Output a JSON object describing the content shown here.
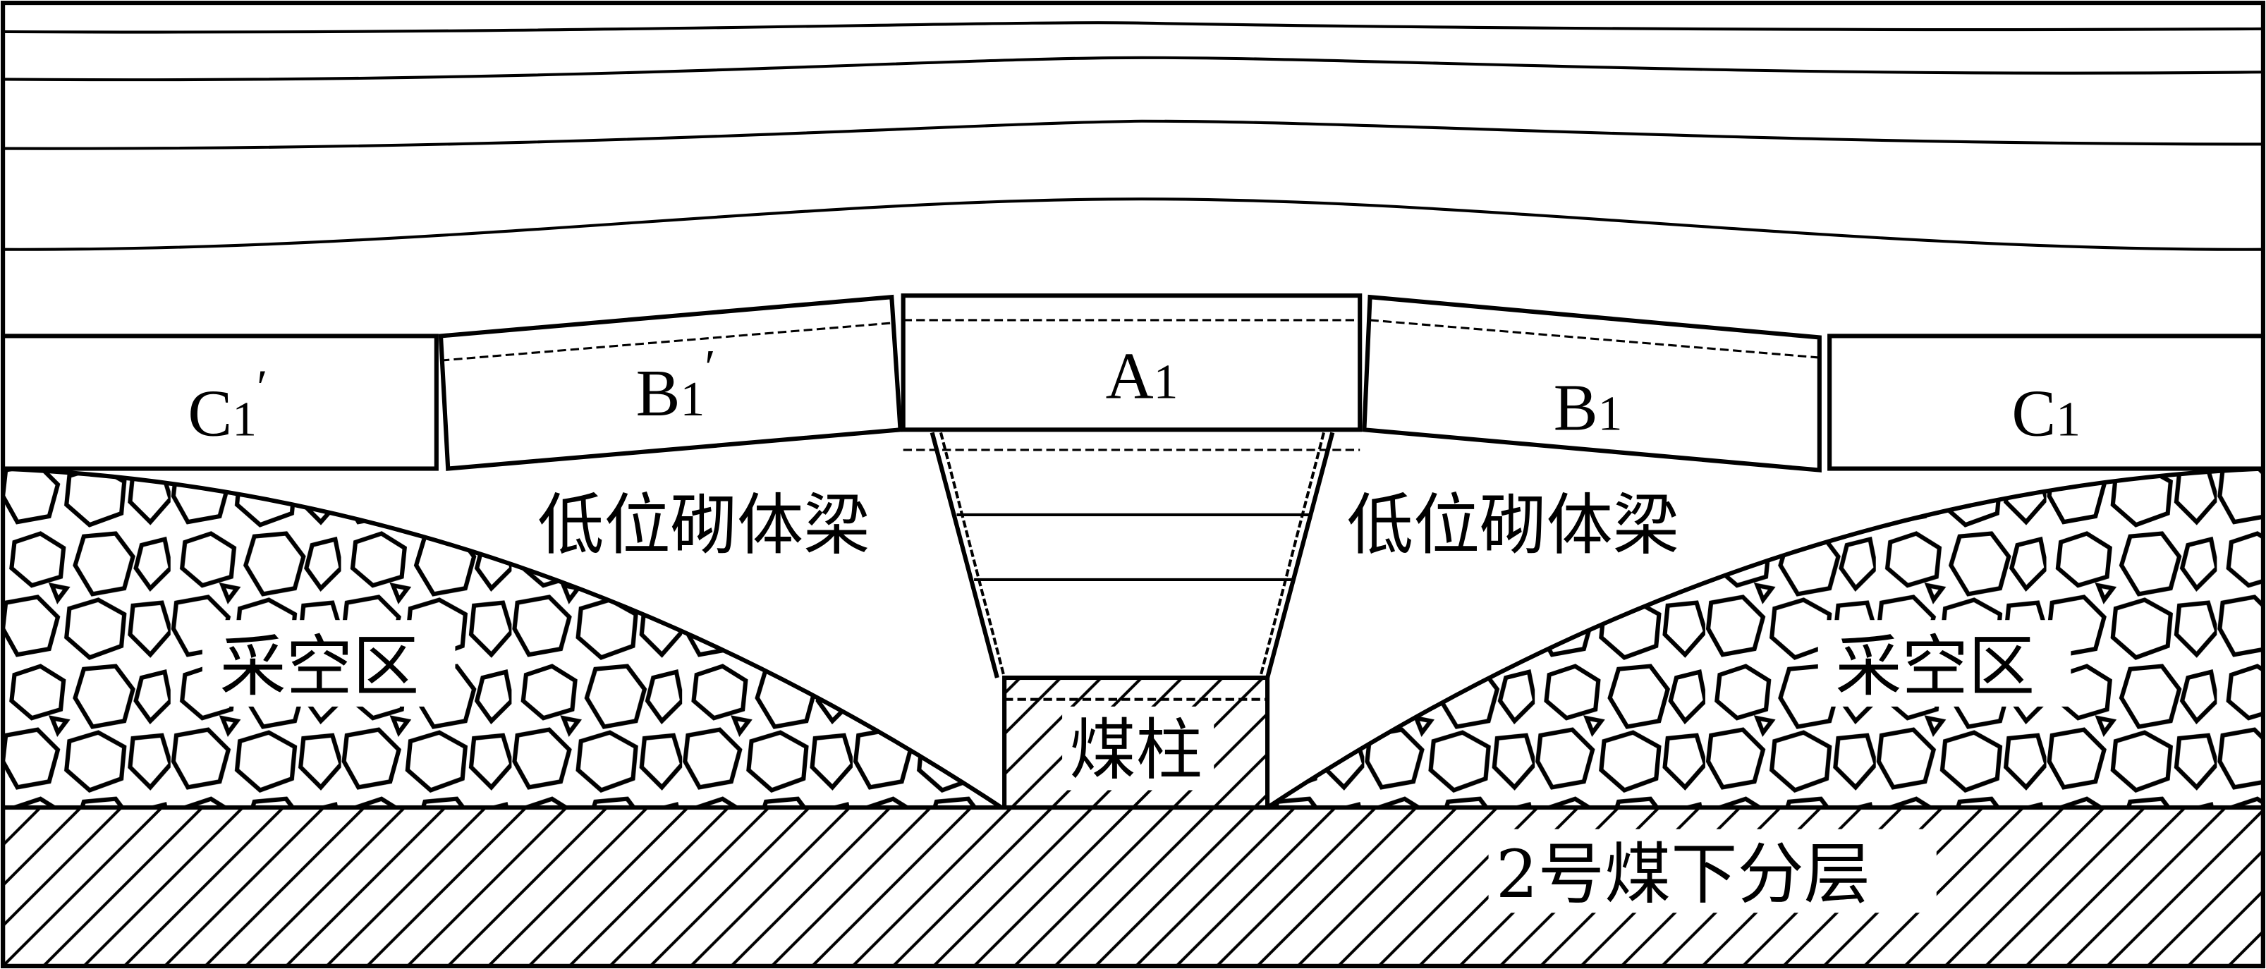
{
  "colors": {
    "line": "#000000",
    "background": "#ffffff"
  },
  "blocks": {
    "c1_prime": {
      "letter": "C",
      "sub": "1",
      "prime": "′"
    },
    "b1_prime": {
      "letter": "B",
      "sub": "1",
      "prime": "′"
    },
    "a1": {
      "letter": "A",
      "sub": "1"
    },
    "b1": {
      "letter": "B",
      "sub": "1"
    },
    "c1": {
      "letter": "C",
      "sub": "1"
    }
  },
  "labels": {
    "low_masonry_beam_left": "低位砌体梁",
    "low_masonry_beam_right": "低位砌体梁",
    "goaf_left": "采空区",
    "goaf_right": "采空区",
    "coal_pillar": "煤柱",
    "lower_slice": "2号煤下分层"
  }
}
